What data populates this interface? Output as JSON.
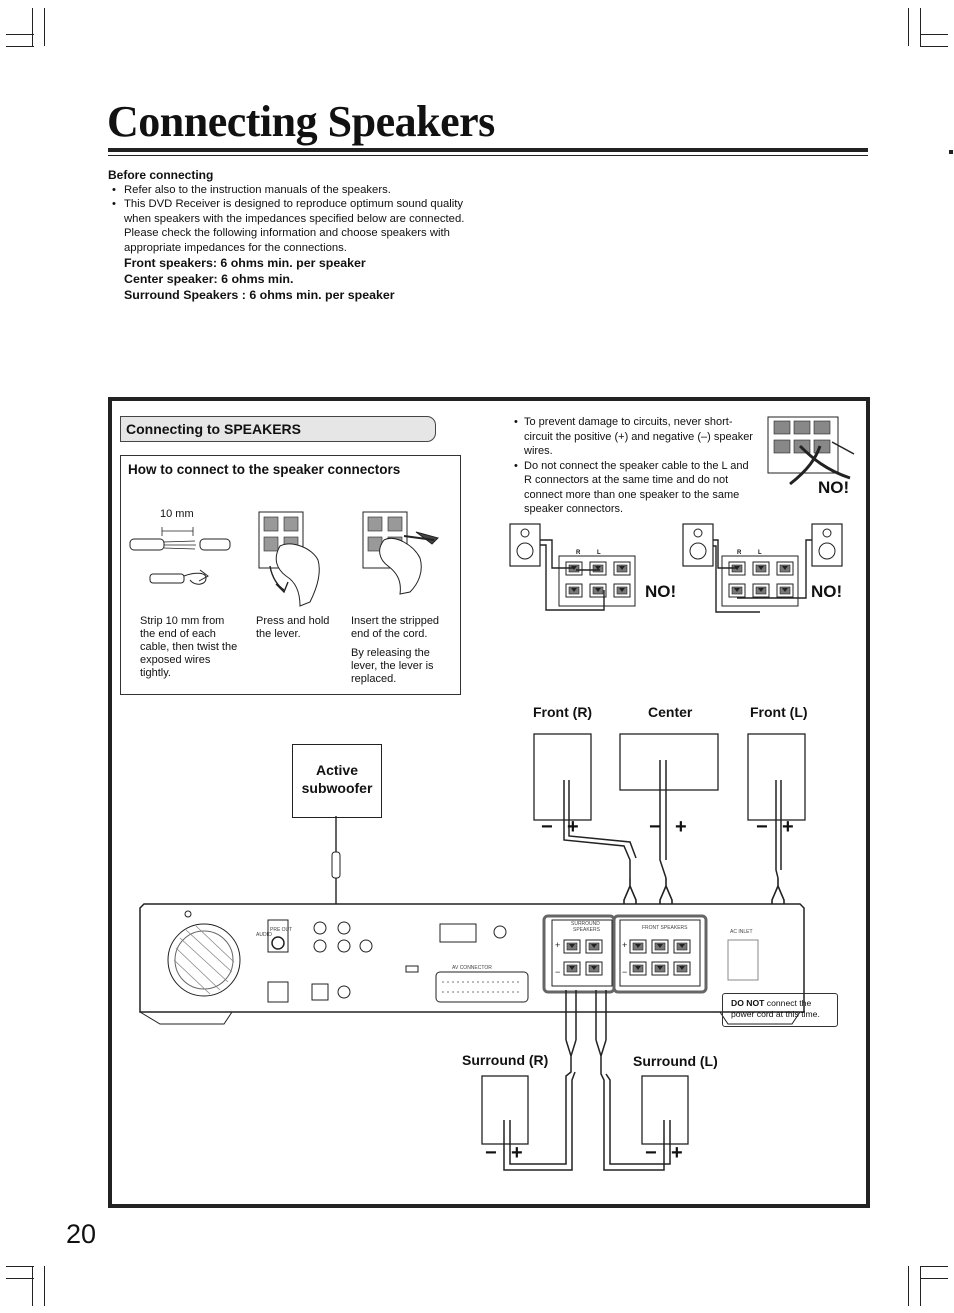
{
  "page": {
    "title": "Connecting Speakers",
    "page_number": "20"
  },
  "before": {
    "heading": "Before connecting",
    "bullets": [
      "Refer also to the instruction manuals of the speakers.",
      "This DVD Receiver is designed to reproduce optimum sound quality when speakers with the impedances specified below are connected. Please check the following information and choose speakers with appropriate impedances for the connections."
    ],
    "specs": [
      "Front speakers: 6 ohms min. per speaker",
      "Center speaker: 6 ohms min.",
      "Surround Speakers : 6 ohms min. per speaker"
    ]
  },
  "section": {
    "title": "Connecting to SPEAKERS",
    "howto_title": "How to connect to the speaker connectors",
    "strip_length": "10 mm",
    "steps": [
      "Strip 10 mm from the end of each cable, then twist the exposed wires tightly.",
      "Press and hold the lever.",
      "Insert the stripped end of the cord."
    ],
    "step3_extra": "By releasing the lever, the lever is replaced."
  },
  "warnings": {
    "bullets": [
      "To prevent damage to circuits, never short-circuit the positive (+) and negative (–) speaker wires.",
      "Do not connect the speaker cable to the L and R connectors at the same time and do not connect more than one speaker to the same speaker connectors."
    ],
    "no_label": "NO!"
  },
  "diagram": {
    "front_r": "Front (R)",
    "center": "Center",
    "front_l": "Front (L)",
    "subwoofer": "Active subwoofer",
    "surround_r": "Surround (R)",
    "surround_l": "Surround (L)",
    "minus": "−",
    "plus": "+",
    "small_r": "R",
    "small_l": "L",
    "note_bold": "DO NOT",
    "note_rest": " connect the power cord at this time."
  }
}
